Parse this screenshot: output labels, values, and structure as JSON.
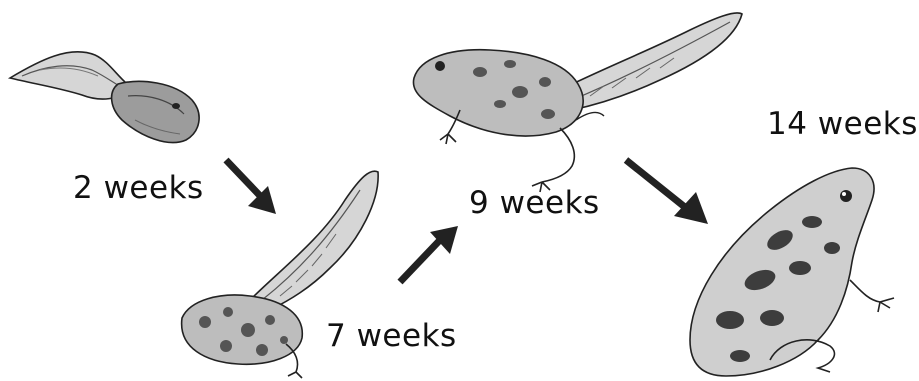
{
  "stages": [
    {
      "id": "stage-2",
      "label": "2 weeks",
      "form": "tadpole"
    },
    {
      "id": "stage-7",
      "label": "7 weeks",
      "form": "tadpole with hind legs"
    },
    {
      "id": "stage-9",
      "label": "9 weeks",
      "form": "froglet with four legs and tail"
    },
    {
      "id": "stage-14",
      "label": "14 weeks",
      "form": "adult frog"
    }
  ],
  "colors": {
    "ink": "#111111",
    "skin_light": "#d9d9d9",
    "skin_mid": "#b8b8b8",
    "spots": "#444444",
    "arrow": "#222222"
  }
}
